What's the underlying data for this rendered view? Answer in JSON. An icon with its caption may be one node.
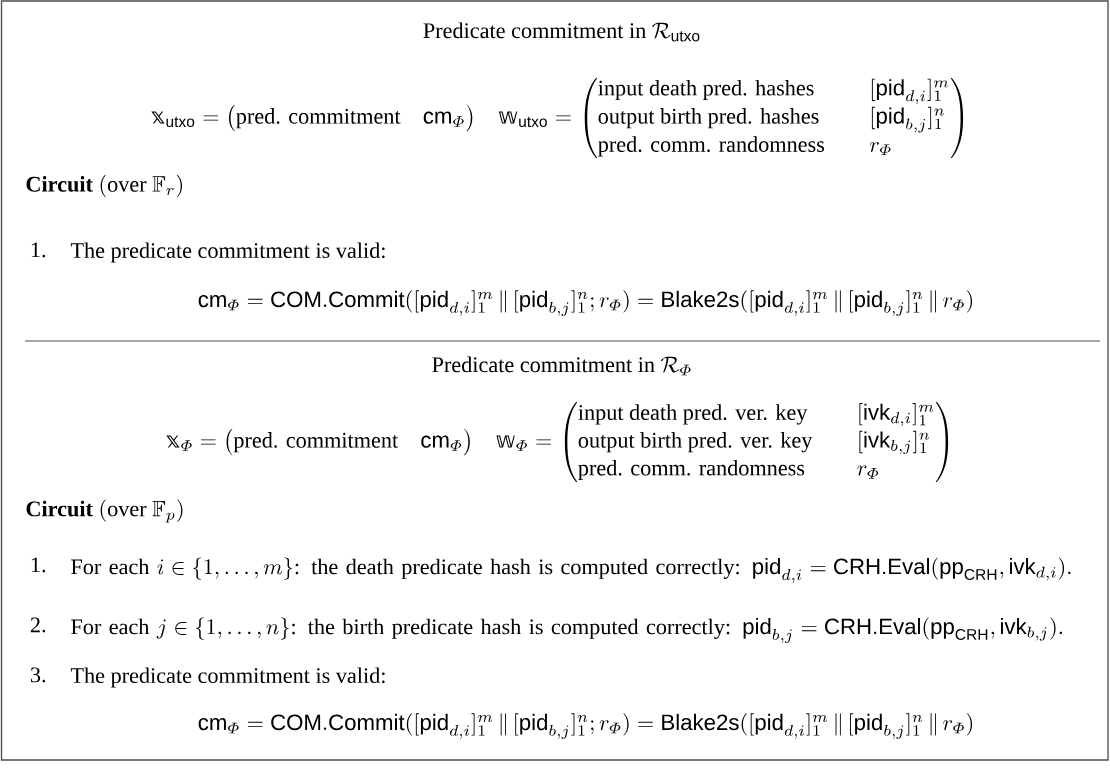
{
  "diagram": {
    "labels": [
      "\\text{Predicate commitment in }\\mathcal{R}_{\\mathsf{utxo}}",
      "𝕩_{\\mathsf{utxo}} = \\bigl(\\text{pred. commitment}\\quad \\mathsf{cm}_{\\varPhi}\\bigr) \\quad 𝕨_{\\mathsf{utxo}} = \\left(\\begin{array}{@{}l@{\\qquad}l@{}}\\text{input death pred. hashes} & [\\mathsf{pid}_{d,i}]_1^m \\\\ \\text{output birth pred. hashes} & [\\mathsf{pid}_{b,j}]_1^n \\\\ \\text{pred. comm. randomness} & r_{\\varPhi}\\end{array}\\right)",
      "\\textbf{Circuit}\\ (\\text{over }\\mathbb{F}_r)",
      "1.",
      "The predicate commitment is valid:",
      "\\mathsf{cm}_{\\varPhi} = \\mathsf{COM.Commit}([\\mathsf{pid}_{d,i}]_1^m \\,\\|\\, [\\mathsf{pid}_{b,j}]_1^n ; r_{\\varPhi}) = \\mathsf{Blake2s}([\\mathsf{pid}_{d,i}]_1^m \\,\\|\\, [\\mathsf{pid}_{b,j}]_1^n \\,\\|\\, r_{\\varPhi})",
      "\\text{Predicate commitment in }\\mathcal{R}_{\\varPhi}",
      "𝕩_{\\varPhi} = \\bigl(\\text{pred. commitment}\\quad \\mathsf{cm}_{\\varPhi}\\bigr) \\quad 𝕨_{\\varPhi} = \\left(\\begin{array}{@{}l@{\\qquad}l@{}}\\text{input death pred. ver. key} & [\\mathsf{ivk}_{d,i}]_1^m \\\\ \\text{output birth pred. ver. key} & [\\mathsf{ivk}_{b,j}]_1^n \\\\ \\text{pred. comm. randomness} & r_{\\varPhi}\\end{array}\\right)",
      "\\textbf{Circuit}\\ (\\text{over }\\mathbb{F}_p)",
      "1.",
      "\\text{For each } i \\in \\{1,\\ldots,m\\}\\text{: the death predicate hash is computed correctly: } \\mathsf{pid}_{d,i} = \\mathsf{CRH.Eval}(\\mathsf{pp}_{\\mathsf{CRH}}, \\mathsf{ivk}_{d,i}).",
      "2.",
      "\\text{For each } j \\in \\{1,\\ldots,n\\}\\text{: the birth predicate hash is computed correctly: } \\mathsf{pid}_{b,j} = \\mathsf{CRH.Eval}(\\mathsf{pp}_{\\mathsf{CRH}}, \\mathsf{ivk}_{b,j}).",
      "3.",
      "The predicate commitment is valid:",
      "\\mathsf{cm}_{\\varPhi} = \\mathsf{COM.Commit}([\\mathsf{pid}_{d,i}]_1^m \\,\\|\\, [\\mathsf{pid}_{b,j}]_1^n ; r_{\\varPhi}) = \\mathsf{Blake2s}([\\mathsf{pid}_{d,i}]_1^m \\,\\|\\, [\\mathsf{pid}_{b,j}]_1^n \\,\\|\\, r_{\\varPhi})"
    ]
  }
}
